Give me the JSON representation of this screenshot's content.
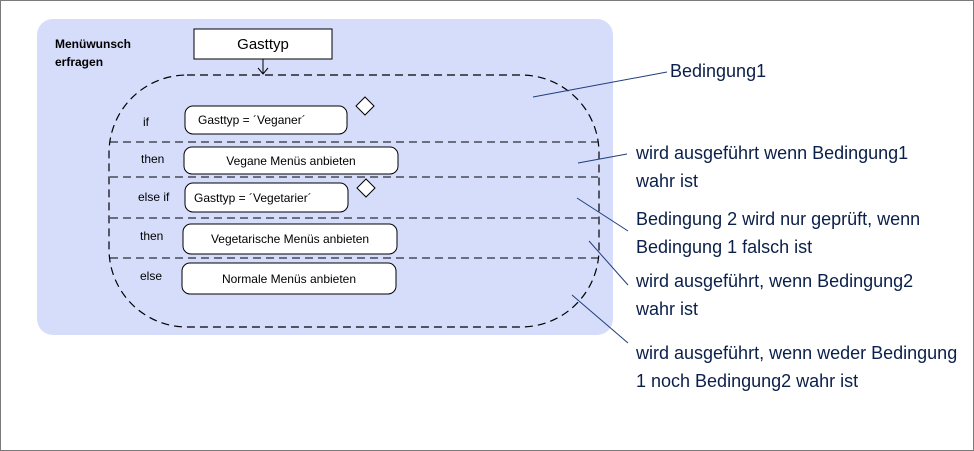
{
  "activity": {
    "title": "Menüwunsch erfragen",
    "object_node": "Gasttyp"
  },
  "clauses": [
    {
      "keyword": "if",
      "content": "Gasttyp = ´Veganer´",
      "kind": "condition"
    },
    {
      "keyword": "then",
      "content": "Vegane Menüs anbieten",
      "kind": "action"
    },
    {
      "keyword": "else if",
      "content": "Gasttyp = ´Vegetarier´",
      "kind": "condition"
    },
    {
      "keyword": "then",
      "content": "Vegetarische Menüs anbieten",
      "kind": "action"
    },
    {
      "keyword": "else",
      "content": "Normale Menüs anbieten",
      "kind": "action"
    }
  ],
  "annotations": [
    {
      "text": "Bedingung1"
    },
    {
      "text": "wird ausgeführt wenn Bedingung1 wahr ist"
    },
    {
      "text": "Bedingung 2 wird nur geprüft, wenn Bedingung 1 falsch ist"
    },
    {
      "text": "wird ausgeführt, wenn Bedingung2 wahr ist"
    },
    {
      "text": "wird ausgeführt, wenn weder Bedingung 1 noch Bedingung2 wahr ist"
    }
  ],
  "colors": {
    "activity_fill": "#d6ddfb",
    "annotation_line": "#1f3d7a",
    "annotation_text": "#0a1f4a",
    "border": "#000000"
  }
}
